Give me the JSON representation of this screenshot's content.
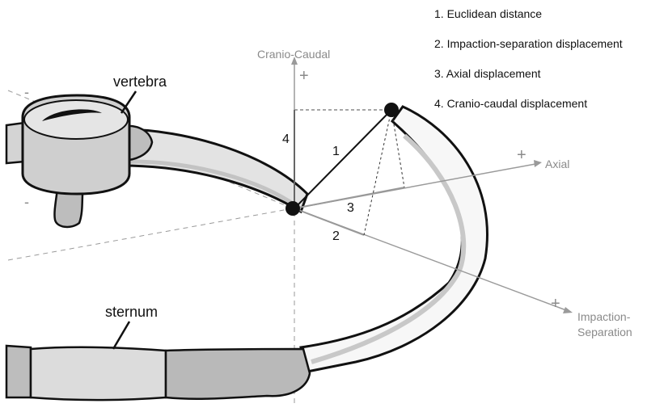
{
  "legend": {
    "item1": "1. Euclidean distance",
    "item2": "2. Impaction-separation displacement",
    "item3": "3. Axial displacement",
    "item4": "4. Cranio-caudal displacement"
  },
  "axes": {
    "cranio_caudal": "Cranio-Caudal",
    "axial": "Axial",
    "impaction_line1": "Impaction-",
    "impaction_line2": "Separation",
    "plus": "+",
    "minus": "-"
  },
  "labels": {
    "vertebra": "vertebra",
    "sternum": "sternum",
    "num1": "1",
    "num2": "2",
    "num3": "3",
    "num4": "4"
  }
}
